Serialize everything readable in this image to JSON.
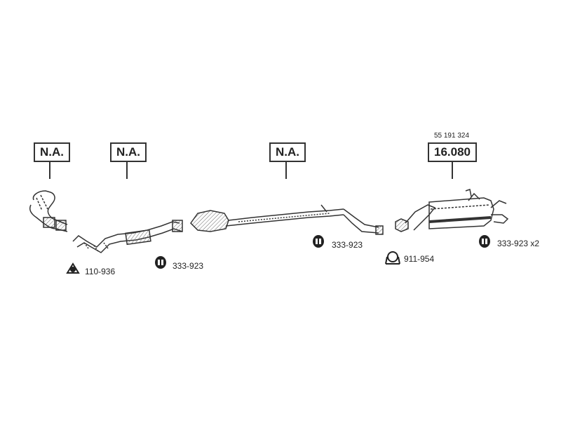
{
  "callouts": {
    "c1": {
      "label": "N.A."
    },
    "c2": {
      "label": "N.A."
    },
    "c3": {
      "label": "N.A."
    },
    "c4": {
      "label": "16.080",
      "ref": "55 191 324"
    }
  },
  "parts": {
    "gasket": {
      "code": "110-936"
    },
    "hanger1": {
      "code": "333-923"
    },
    "hanger2": {
      "code": "333-923"
    },
    "clamp": {
      "code": "911-954"
    },
    "hanger3": {
      "code": "333-923 x2"
    }
  },
  "colors": {
    "line": "#333333",
    "hatch": "#555555"
  }
}
